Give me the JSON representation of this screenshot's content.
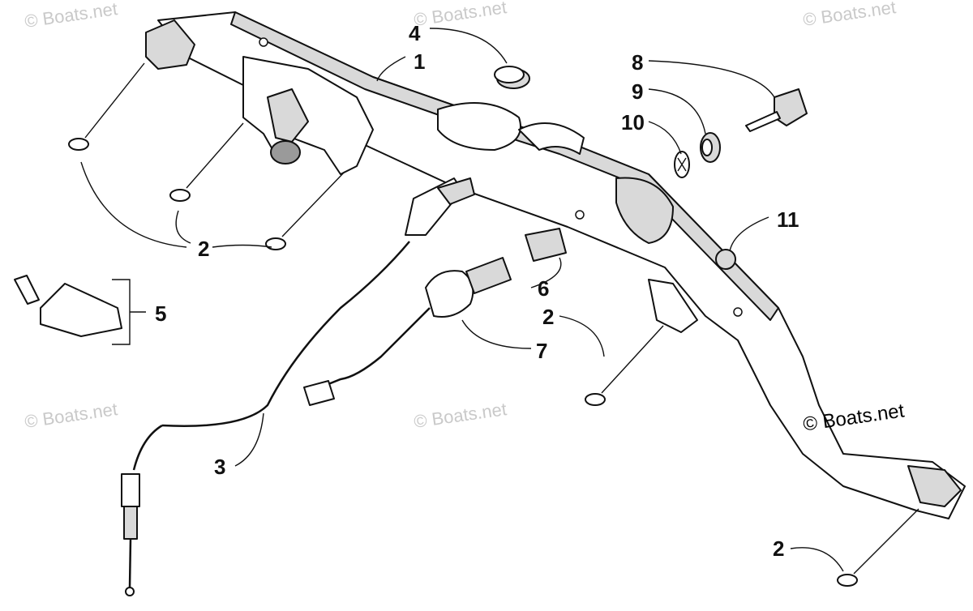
{
  "watermarks": [
    "© Boats.net",
    "© Boats.net",
    "© Boats.net",
    "© Boats.net",
    "© Boats.net"
  ],
  "watermark_main": "© Boats.net",
  "callouts": {
    "c1": "1",
    "c2a": "2",
    "c2b": "2",
    "c2c": "2",
    "c3": "3",
    "c4": "4",
    "c5": "5",
    "c6": "6",
    "c7": "7",
    "c8": "8",
    "c9": "9",
    "c10": "10",
    "c11": "11"
  }
}
